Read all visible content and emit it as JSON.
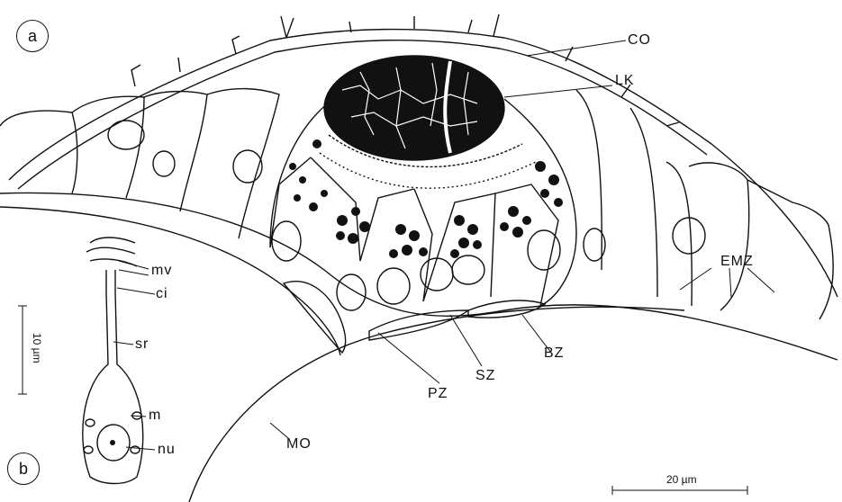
{
  "panels": {
    "a": "a",
    "b": "b"
  },
  "labels": {
    "CO": "CO",
    "LK": "LK",
    "EMZ": "EMZ",
    "BZ": "BZ",
    "SZ": "SZ",
    "PZ": "PZ",
    "MO": "MO",
    "mv": "mv",
    "ci": "ci",
    "sr": "sr",
    "m": "m",
    "nu": "nu"
  },
  "scale_bars": {
    "vertical": "10 µm",
    "horizontal": "20 µm"
  }
}
